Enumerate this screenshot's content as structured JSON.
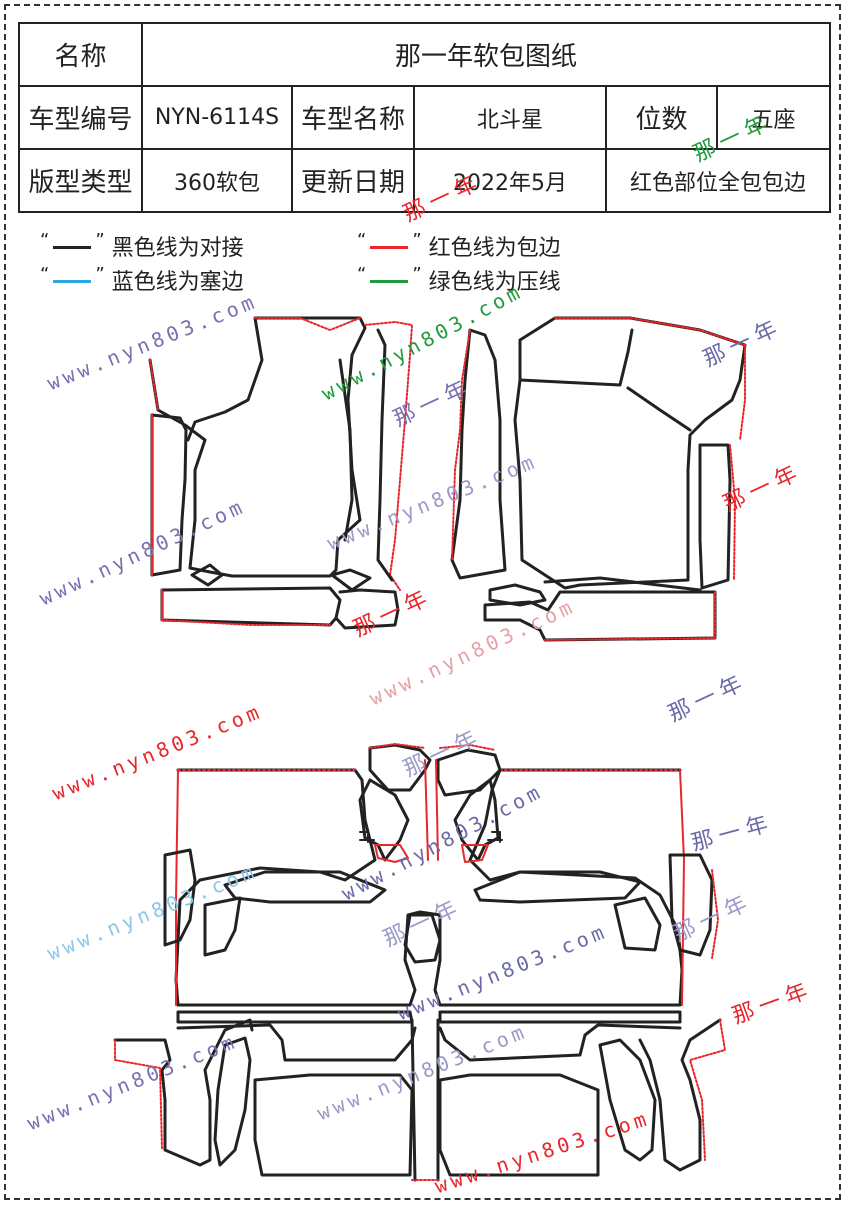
{
  "header": {
    "name_label": "名称",
    "title": "那一年软包图纸",
    "model_code_label": "车型编号",
    "model_code": "NYN-6114S",
    "model_name_label": "车型名称",
    "model_name": "北斗星",
    "seats_label": "位数",
    "seats": "五座",
    "style_label": "版型类型",
    "style": "360软包",
    "date_label": "更新日期",
    "date": "2022年5月",
    "note": "红色部位全包包边"
  },
  "legend": [
    {
      "text": "黑色线为对接",
      "color": "#222222"
    },
    {
      "text": "红色线为包边",
      "color": "#e8262b"
    },
    {
      "text": "蓝色线为塞边",
      "color": "#2aa8e0"
    },
    {
      "text": "绿色线为压线",
      "color": "#1f9a3c"
    }
  ],
  "watermarks": {
    "url": "www.nyn803.com",
    "brand": "那一年"
  },
  "colors": {
    "black_line": "#222222",
    "red_line": "#e8262b",
    "blue_line": "#2aa8e0",
    "green_line": "#1f9a3c"
  }
}
